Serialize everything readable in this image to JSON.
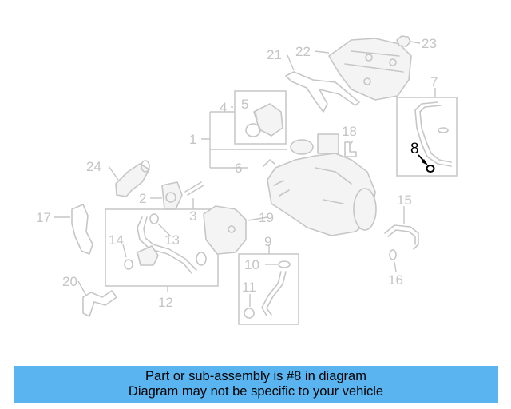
{
  "diagram": {
    "callouts": [
      "1",
      "2",
      "3",
      "4",
      "5",
      "6",
      "7",
      "8",
      "9",
      "10",
      "11",
      "12",
      "13",
      "14",
      "15",
      "16",
      "17",
      "18",
      "19",
      "20",
      "21",
      "22",
      "23",
      "24"
    ],
    "highlighted": "8"
  },
  "caption": {
    "line1": "Part or sub-assembly is #8 in diagram",
    "line2": "Diagram may not be specific to your vehicle"
  },
  "colors": {
    "caption_bg": "#5ab4ef",
    "line_art": "#c6c6c6",
    "highlight": "#000000"
  }
}
